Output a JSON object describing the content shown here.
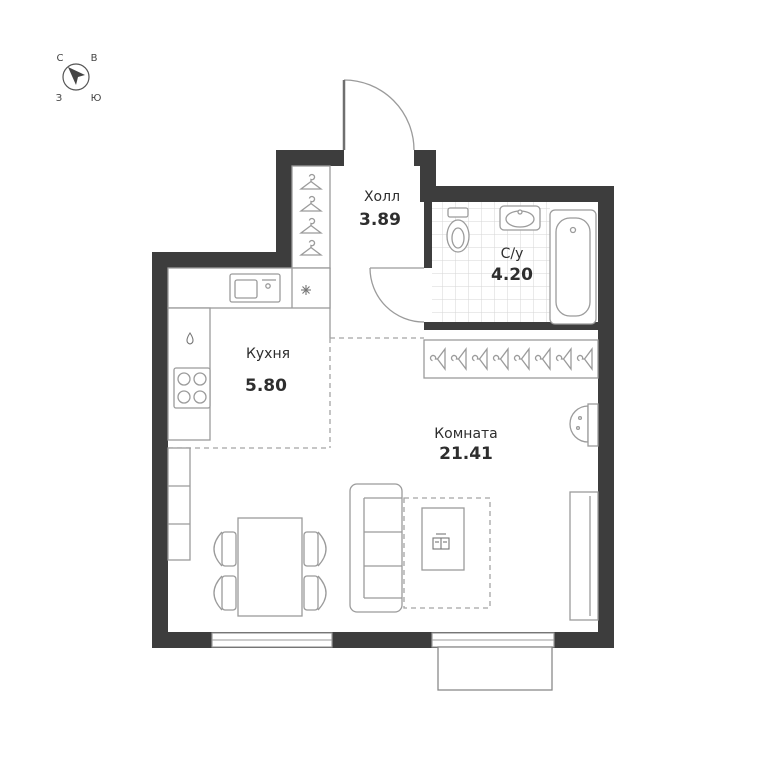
{
  "compass": {
    "north": "С",
    "east": "В",
    "west": "З",
    "south": "Ю"
  },
  "rooms": {
    "hall": {
      "name": "Холл",
      "area": "3.89"
    },
    "bathroom": {
      "name": "С/у",
      "area": "4.20"
    },
    "kitchen": {
      "name": "Кухня",
      "area": "5.80"
    },
    "living_room": {
      "name": "Комната",
      "area": "21.41"
    }
  },
  "colors": {
    "wall": "#3d3d3d",
    "fixture_stroke": "#9b9b9b",
    "text": "#2e2e2e"
  }
}
